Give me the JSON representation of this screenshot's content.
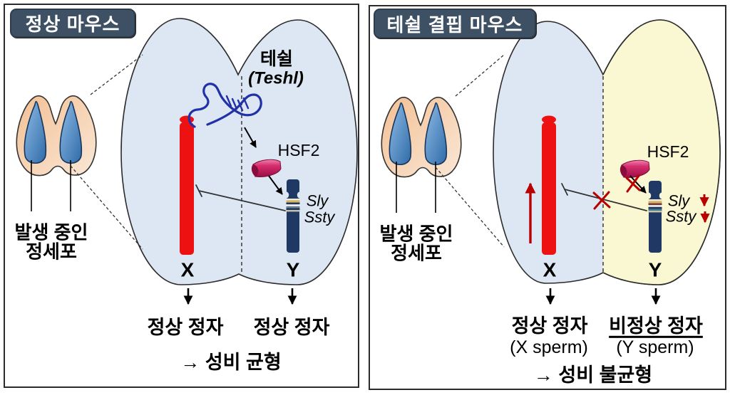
{
  "colors": {
    "header_bg": "#3E5063",
    "cell_blue": "#DCE7F3",
    "cell_yellow": "#FAF8D2",
    "x_red": "#EE1111",
    "y_navy": "#1F3864",
    "hsf2_magenta": "#C9134F",
    "rna_blue": "#2231A8",
    "red_accent": "#B80000",
    "outline": "#2B2B2B"
  },
  "left_panel": {
    "title": "정상 마우스",
    "testis_label": [
      "발생 중인",
      "정세포"
    ],
    "rna_name": "테쉴",
    "rna_gene": "(Teshl)",
    "protein": "HSF2",
    "gene1": "Sly",
    "gene2": "Ssty",
    "chrom_x": "X",
    "chrom_y": "Y",
    "sperm_x": "정상 정자",
    "sperm_y": "정상 정자",
    "conclusion": "→ 성비 균형"
  },
  "right_panel": {
    "title": "테쉴 결핍 마우스",
    "testis_label": [
      "발생 중인",
      "정세포"
    ],
    "protein": "HSF2",
    "gene1": "Sly",
    "gene2": "Ssty",
    "chrom_x": "X",
    "chrom_y": "Y",
    "sperm_x": "정상 정자",
    "sperm_x_sub": "(X sperm)",
    "sperm_y": "비정상 정자",
    "sperm_y_sub": "(Y sperm)",
    "conclusion": "→ 성비 불균형"
  }
}
